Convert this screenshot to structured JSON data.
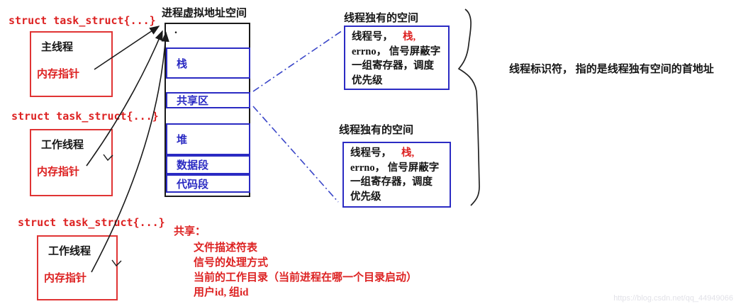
{
  "structs": [
    {
      "decl": "struct task_struct{...}",
      "name": "主线程",
      "pointer": "内存指针"
    },
    {
      "decl": "struct task_struct{...}",
      "name": "工作线程",
      "pointer": "内存指针"
    },
    {
      "decl": "struct task_struct{...}",
      "name": "工作线程",
      "pointer": "内存指针"
    }
  ],
  "address_space": {
    "title": "进程虚拟地址空间",
    "top_dot": ".",
    "segments": [
      "栈",
      "共享区",
      "堆",
      "数据段",
      "代码段"
    ]
  },
  "private_spaces": [
    {
      "title": "线程独有的空间",
      "line1_black": "线程号，",
      "line1_red": "栈,",
      "line2": "errno， 信号屏蔽字",
      "line3": "一组寄存器，调度",
      "line4": "优先级"
    },
    {
      "title": "线程独有的空间",
      "line1_black": "线程号，",
      "line1_red": "栈,",
      "line2": "errno， 信号屏蔽字",
      "line3": "一组寄存器，调度",
      "line4": "优先级"
    }
  ],
  "brace_note": "线程标识符， 指的是线程独有空间的首地址",
  "shared": {
    "heading": "共享：",
    "items": [
      "文件描述符表",
      "信号的处理方式",
      "当前的工作目录（当前进程在哪一个目录启动）",
      "用户id, 组id"
    ]
  },
  "watermark": "https://blog.csdn.net/qq_44949066",
  "colors": {
    "red": "#dd2222",
    "blue": "#2b2bc3",
    "ink": "#1a1a1a",
    "dash_blue": "#3a46c8"
  }
}
